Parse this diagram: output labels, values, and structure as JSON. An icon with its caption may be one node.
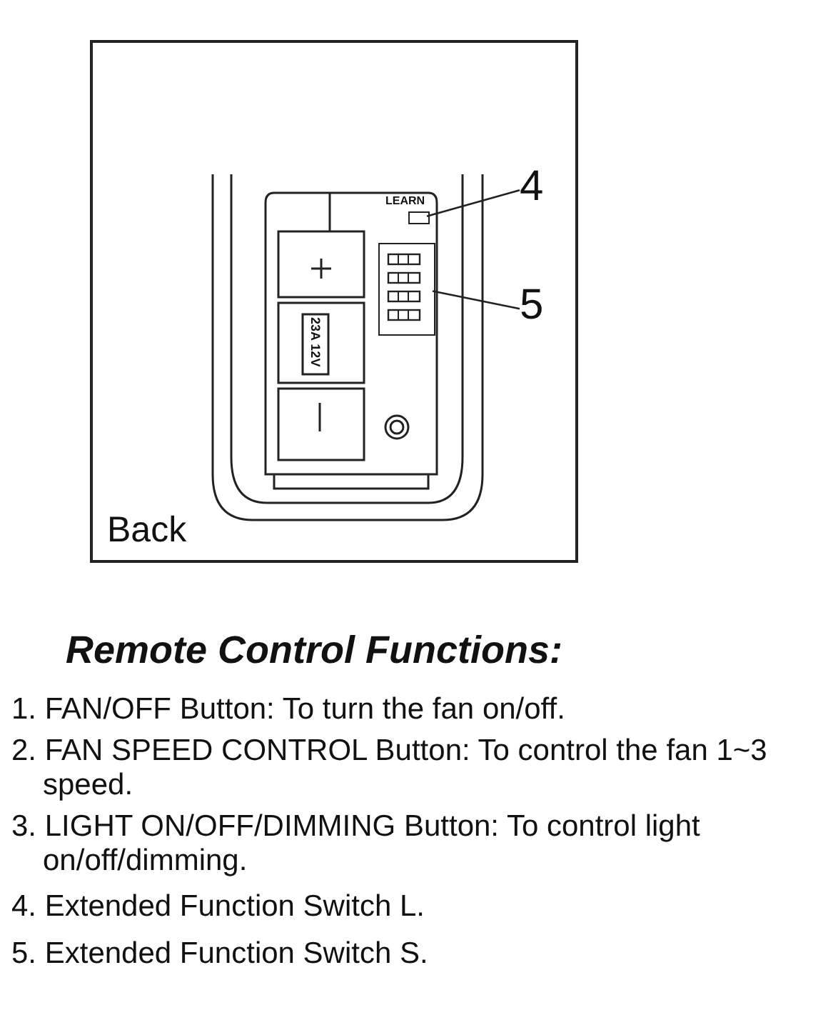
{
  "diagram": {
    "title": "Remote Control Functions:",
    "nodes": [
      {
        "text": [
          "Back"
        ]
      },
      {
        "text": [
          "4"
        ],
        "in": 0
      },
      {
        "text": [],
        "shape": "box",
        "in": 0
      },
      {
        "text": [
          "5"
        ],
        "in": 0
      },
      {
        "text": [],
        "shape": "box",
        "in": 0
      }
    ],
    "edges": [
      {
        "from": 1,
        "to": 2,
        "arrow": "none"
      },
      {
        "from": 3,
        "to": 4,
        "arrow": "none"
      }
    ],
    "labels": [
      "LEARN",
      "23A 12V",
      "1. FAN/OFF Button: To turn the fan on/off.",
      "2. FAN SPEED CONTROL Button: To control the fan 1~3 speed.",
      "3. LIGHT ON/OFF/DIMMING Button: To control light on/off/dimming.",
      "4. Extended Function Switch L.",
      "5. Extended Function Switch S."
    ]
  }
}
